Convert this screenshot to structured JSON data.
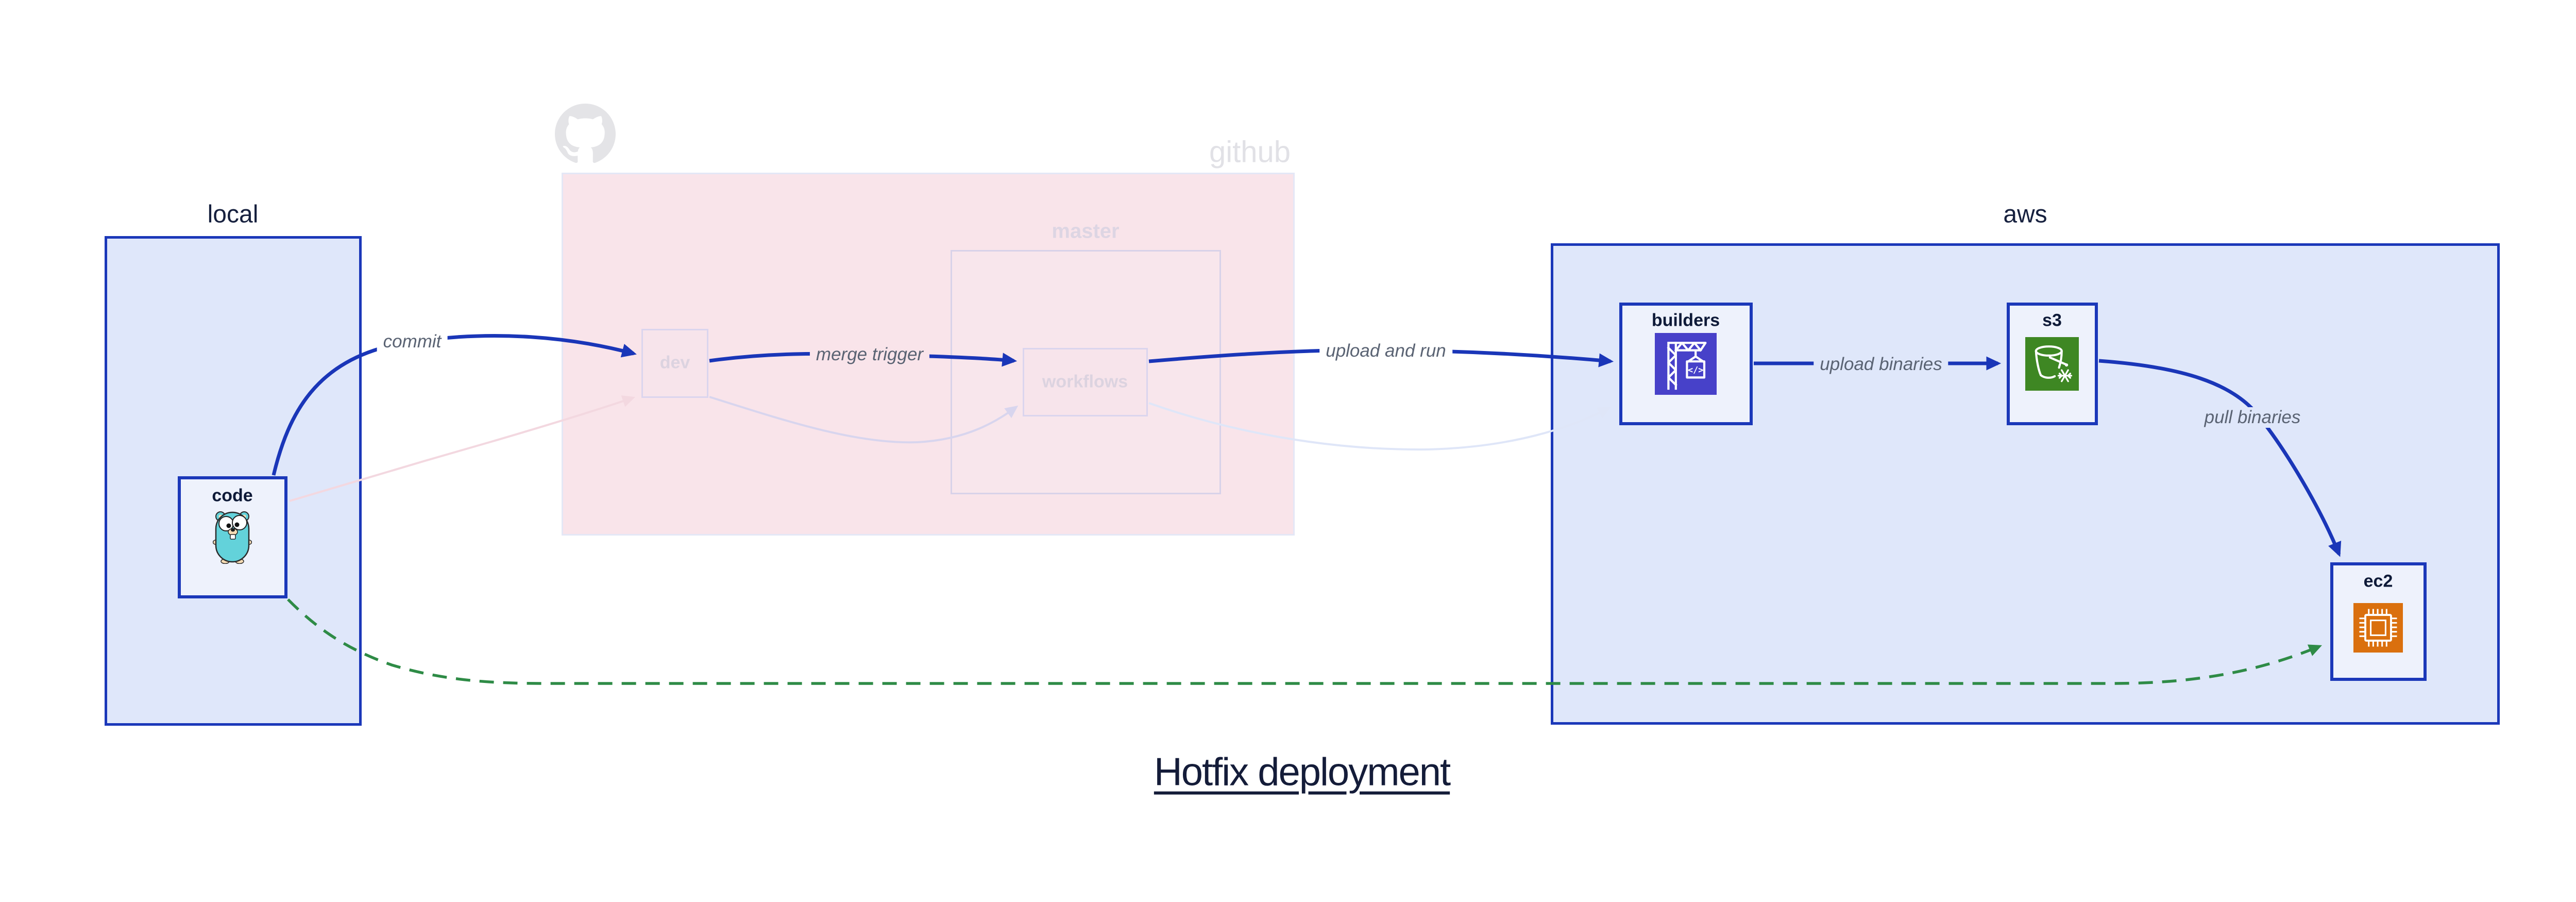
{
  "title": "Hotfix deployment",
  "containers": {
    "local": {
      "label": "local"
    },
    "github": {
      "label": "github",
      "watermark_icon": "octocat-icon"
    },
    "master": {
      "label": "master"
    },
    "aws": {
      "label": "aws"
    }
  },
  "nodes": {
    "code": {
      "label": "code",
      "icon": "go-gopher-icon"
    },
    "dev": {
      "label": "dev"
    },
    "workflows": {
      "label": "workflows"
    },
    "builders": {
      "label": "builders",
      "icon": "codebuild-crane-icon",
      "icon_glyph": "</>"
    },
    "s3": {
      "label": "s3",
      "icon": "s3-bucket-snowflake-icon"
    },
    "ec2": {
      "label": "ec2",
      "icon": "ec2-chip-icon"
    }
  },
  "edges": {
    "commit": "commit",
    "merge_trigger": "merge trigger",
    "upload_and_run": "upload and run",
    "upload_binaries": "upload binaries",
    "pull_binaries": "pull binaries"
  },
  "colors": {
    "container_fill": "#dfe7fa",
    "container_border": "#1b38b9",
    "node_fill": "#eef2fc",
    "node_border": "#1b38b9",
    "github_fill": "#f9e4ea",
    "github_border": "#e4e7f6",
    "master_border": "#d8d2e9",
    "faded_node_fill": "#f7e4eb",
    "faded_node_border": "#dbd5ee",
    "arrow_blue": "#1a36b8",
    "arrow_green": "#2e8b46",
    "faded_arrow_pink": "#f3d8e0",
    "faded_arrow_lavender": "#d8d5ee",
    "faded_arrow_lightblue": "#dfe6f8",
    "codebuild_tile": "#4741c9",
    "s3_tile": "#3e8723",
    "ec2_tile": "#da700e",
    "gopher_teal": "#63d2da",
    "text_navy": "#101b38",
    "edge_label_gray": "#5a6373",
    "watermark_gray": "#e3e3e6"
  }
}
